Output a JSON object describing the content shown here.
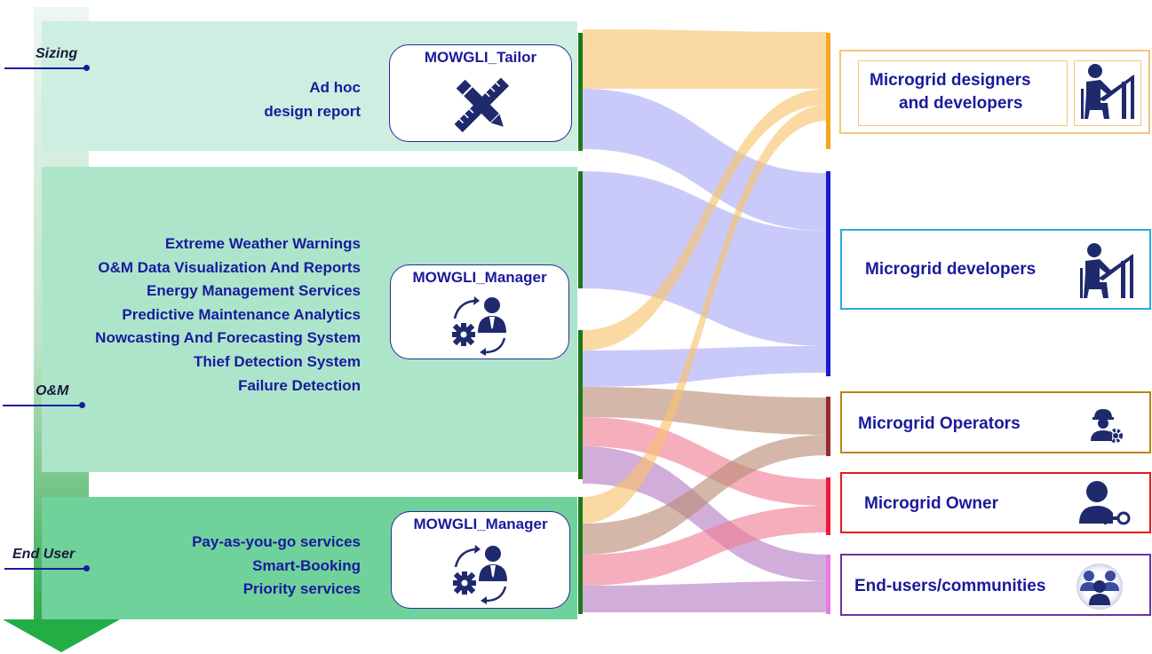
{
  "stages": {
    "sizing": "Sizing",
    "om": "O&M",
    "end_user": "End User"
  },
  "sizing_panel": {
    "services": [
      "Ad hoc",
      "design report"
    ],
    "tool": "MOWGLI_Tailor"
  },
  "om_panel": {
    "services": [
      "Extreme Weather Warnings",
      "O&M Data Visualization And Reports",
      "Energy Management Services",
      "Predictive Maintenance Analytics",
      "Nowcasting And Forecasting System",
      "Thief Detection System",
      "Failure Detection"
    ],
    "tool": "MOWGLI_Manager"
  },
  "enduser_panel": {
    "services": [
      "Pay-as-you-go services",
      "Smart-Booking",
      "Priority services"
    ],
    "tool": "MOWGLI_Manager"
  },
  "targets": {
    "designers": {
      "line1": "Microgrid designers",
      "line2": "and developers",
      "color": "#f5a623",
      "icon": "designer-at-desk-icon"
    },
    "developers": {
      "label": "Microgrid developers",
      "color": "#29abe2",
      "icon": "developer-at-desk-icon"
    },
    "operators": {
      "label": "Microgrid Operators",
      "color": "#b8860b",
      "icon": "operator-gear-icon"
    },
    "owner": {
      "label": "Microgrid Owner",
      "color": "#e8191b",
      "icon": "owner-key-icon"
    },
    "end_users": {
      "label": "End-users/communities",
      "color": "#7030a0",
      "icon": "community-group-icon"
    }
  },
  "colors": {
    "flow_designers": "#f9c26a",
    "flow_developers": "#a9a9f7",
    "flow_operators": "#b98a72",
    "flow_owner": "#f07c95",
    "flow_end_users": "#b47ac4",
    "node_source": "#1a7a1a",
    "node_designers": "#f5a623",
    "node_developers": "#1a1ad0",
    "node_operators": "#9b2b2b",
    "node_owner": "#ee1c3a",
    "node_end_users": "#e87de0"
  }
}
